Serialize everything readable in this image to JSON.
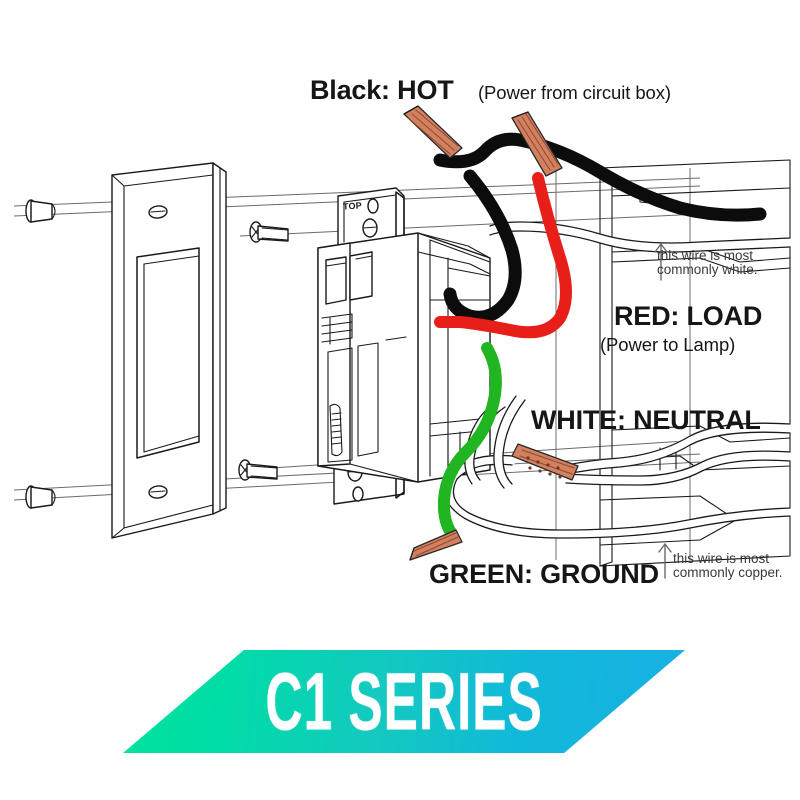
{
  "diagram": {
    "title": "C1 Series dimmer switch wiring diagram",
    "background_color": "#ffffff",
    "line_color": "#1a1a1a",
    "guide_line_color": "#5a5a5a",
    "device_label_top": "TOP"
  },
  "labels": {
    "black_hot": {
      "main": "Black: HOT",
      "sub": "(Power from circuit box)",
      "wire_color": "#0c0c0c"
    },
    "red_load": {
      "main": "RED: LOAD",
      "sub": "(Power to Lamp)",
      "wire_color": "#e81f19"
    },
    "white_neutral": {
      "main": "WHITE: NEUTRAL",
      "wire_color": "#ffffff"
    },
    "green_ground": {
      "main": "GREEN: GROUND",
      "wire_color": "#21b521"
    }
  },
  "annotations": {
    "white_note": "this wire is most\ncommonly white.",
    "copper_note": "this wire is most\ncommonly copper."
  },
  "banner": {
    "text": "C1 SERIES",
    "gradient_start": "#00e39b",
    "gradient_end": "#18b0e4",
    "text_color": "#ffffff"
  },
  "parts": {
    "wall_plate": "decora-wall-plate",
    "dimmer_switch": "dimmer-switch-body",
    "electrical_box": "electrical-wall-box",
    "wire_nuts": [
      "wire-nut-hot-source",
      "wire-nut-hot-load",
      "wire-nut-neutral",
      "wire-nut-ground"
    ],
    "screws": [
      "plate-screw-top",
      "plate-screw-bottom",
      "strap-screw-top",
      "strap-screw-bottom"
    ],
    "wire_nut_color": "#d3805f"
  }
}
